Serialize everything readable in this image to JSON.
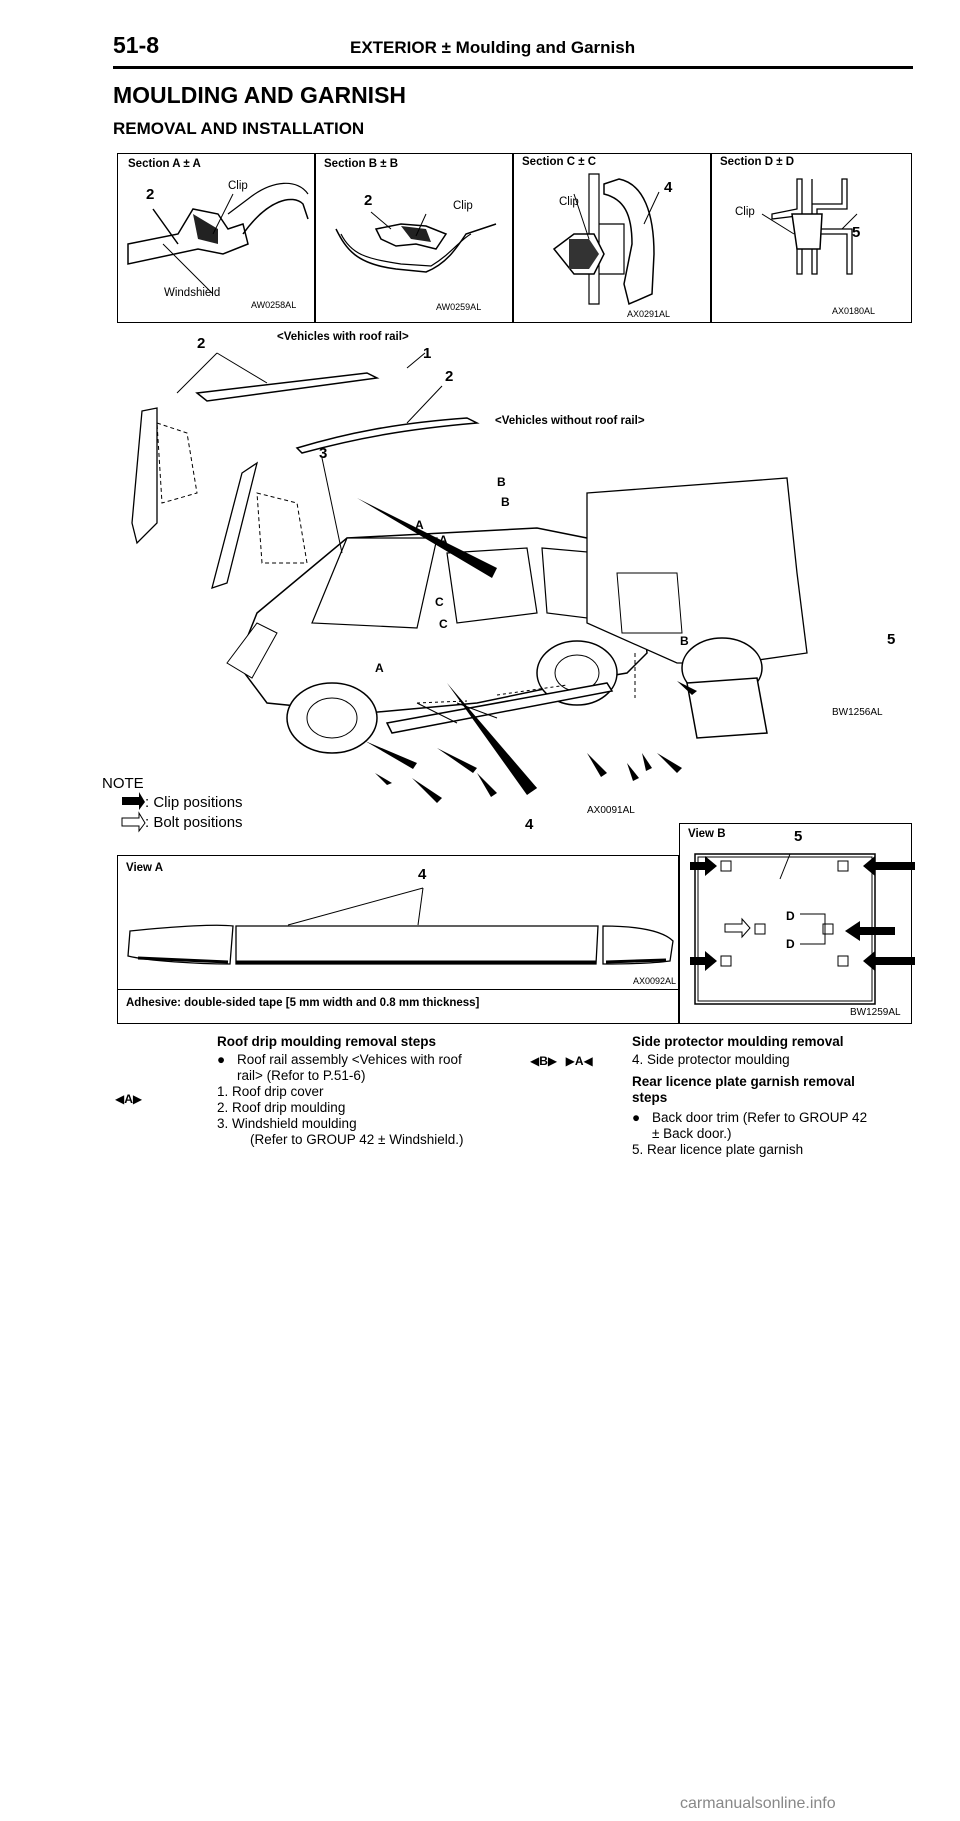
{
  "header": {
    "page_number": "51-8",
    "section_title": "EXTERIOR ± Moulding and Garnish"
  },
  "title": "MOULDING AND GARNISH",
  "subtitle": "REMOVAL AND INSTALLATION",
  "sections": {
    "a": {
      "title": "Section A ± A",
      "clip": "Clip",
      "part": "2",
      "windshield": "Windshield",
      "fig": "AW0258AL"
    },
    "b": {
      "title": "Section B ± B",
      "clip": "Clip",
      "part": "2",
      "fig": "AW0259AL"
    },
    "c": {
      "title": "Section C ± C",
      "clip": "Clip",
      "part": "4",
      "fig": "AX0291AL"
    },
    "d": {
      "title": "Section D ± D",
      "clip": "Clip",
      "part": "5",
      "fig": "AX0180AL"
    }
  },
  "main": {
    "with_roof_rail": "<Vehicles with roof rail>",
    "without_roof_rail": "<Vehicles without roof rail>",
    "parts": {
      "p1": "1",
      "p2a": "2",
      "p2b": "2",
      "p3": "3",
      "p4": "4",
      "p5": "5"
    },
    "letters": {
      "a1": "A",
      "a2": "A",
      "a3": "A",
      "b1": "B",
      "b2": "B",
      "b3": "B",
      "c1": "C",
      "c2": "C"
    },
    "note_title": "NOTE",
    "note_clip": ": Clip positions",
    "note_bolt": ": Bolt positions",
    "fig_main": "AX0091AL",
    "fig_rear": "BW1256AL"
  },
  "view_a": {
    "title": "View A",
    "part": "4",
    "fig": "AX0092AL",
    "adhesive": "Adhesive: double-sided tape [5 mm width and 0.8 mm thickness]"
  },
  "view_b": {
    "title": "View B",
    "part": "5",
    "d1": "D",
    "d2": "D",
    "fig": "BW1259AL"
  },
  "steps": {
    "roof_title": "Roof drip moulding removal steps",
    "roof_items": [
      "Roof rail assembly <Vehices with roof",
      "rail> (Refor to P.51-6)",
      "1. Roof drip cover",
      "2. Roof drip moulding",
      "3. Windshield moulding",
      "(Refer to GROUP 42 ± Windshield.)"
    ],
    "mark_a": "A",
    "mark_b": "B",
    "mark_a2": "A",
    "side_title": "Side protector moulding removal",
    "side_item": "4. Side protector moulding",
    "rear_title_1": "Rear licence plate garnish removal",
    "rear_title_2": "steps",
    "rear_items": [
      "Back door trim (Refer to GROUP 42",
      "± Back door.)",
      "5. Rear licence plate garnish"
    ]
  },
  "footer": {
    "watermark": "carmanualsonline.info"
  }
}
